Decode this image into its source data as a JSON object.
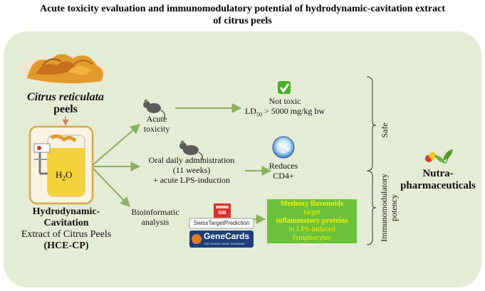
{
  "title": {
    "line1": "Acute toxicity evaluation and immunomodulatory potential of hydrodynamic-cavitation extract",
    "line2": "of citrus peels"
  },
  "source": {
    "species": "Citrus reticulata",
    "part": "peels",
    "reactor_label": "H2O",
    "name_line1": "Hydrodynamic-",
    "name_line2": "Cavitation",
    "name_line3": "Extract of Citrus Peels",
    "abbrev": "(HCE-CP)"
  },
  "branches": {
    "acute": {
      "label_line1": "Acute",
      "label_line2": "toxicity"
    },
    "oral": {
      "line1": "Oral daily administration",
      "line2": "(11 weeks)",
      "line3": "+ acute LPS-induction"
    },
    "bioinformatic": {
      "line1": "Bioinformatic",
      "line2": "analysis"
    }
  },
  "results": {
    "not_toxic": {
      "line1": "Not toxic",
      "ld": "LD",
      "ld_sub": "50",
      "ld_rest": " > 5000 mg/kg bw"
    },
    "reduces": {
      "line1": "Reduces",
      "line2": "CD4+"
    },
    "flavonoids": {
      "line1": "Methoxy flavonoids",
      "line2": "target",
      "line3": "inflammatory proteins",
      "line4": "in LPS-induced",
      "line5": "lymphocytes"
    }
  },
  "tools": {
    "sib": "SIB",
    "swiss": "SwissTargetPrediction",
    "genecards": "GeneCards",
    "genecards_sub": "THE HUMAN GENE DATABASE"
  },
  "conclusion": {
    "safe": "Safe",
    "immuno_line1": "Immunomodulatory",
    "immuno_line2": "potency",
    "nutra_line1": "Nutra-",
    "nutra_line2": "pharmaceuticals"
  },
  "colors": {
    "panel": "#e5ecd5",
    "arrow": "#8bb061",
    "reactor_border": "#d8a84a",
    "liquid": "#f3d23c",
    "highlight_box": "#6bc23a",
    "highlight_text": "#f6f000",
    "check": "#4caf26",
    "cell": "#3a78c2"
  }
}
